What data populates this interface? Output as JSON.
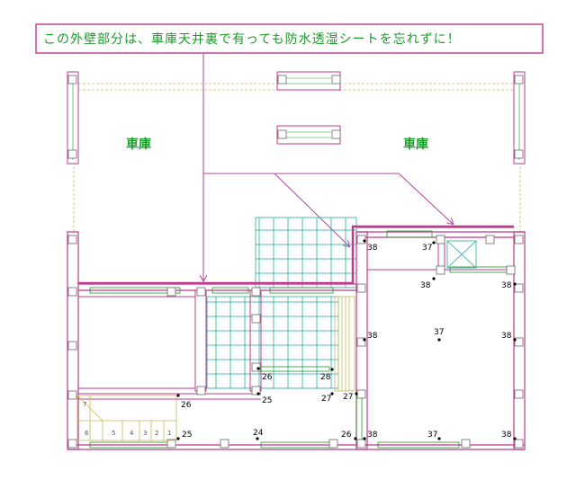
{
  "note": {
    "text": "この外壁部分は、車庫天井裏で有っても防水透湿シートを忘れずに！"
  },
  "rooms": {
    "garage_left": "車庫",
    "garage_right": "車庫"
  },
  "stair_steps": [
    "7",
    "6",
    "5",
    "4",
    "3",
    "2",
    "1"
  ],
  "dimension_marks": [
    {
      "id": "m1",
      "text": "38"
    },
    {
      "id": "m2",
      "text": "37"
    },
    {
      "id": "m3",
      "text": "38"
    },
    {
      "id": "m4",
      "text": "38"
    },
    {
      "id": "m5",
      "text": "38"
    },
    {
      "id": "m6",
      "text": "37"
    },
    {
      "id": "m7",
      "text": "38"
    },
    {
      "id": "m8",
      "text": "26"
    },
    {
      "id": "m9",
      "text": "28"
    },
    {
      "id": "m10",
      "text": "25"
    },
    {
      "id": "m11",
      "text": "27"
    },
    {
      "id": "m12",
      "text": "27"
    },
    {
      "id": "m13",
      "text": "26"
    },
    {
      "id": "m14",
      "text": "25"
    },
    {
      "id": "m15",
      "text": "24"
    },
    {
      "id": "m16",
      "text": "26"
    },
    {
      "id": "m17",
      "text": "38"
    },
    {
      "id": "m18",
      "text": "37"
    },
    {
      "id": "m19",
      "text": "38"
    }
  ],
  "colors": {
    "wall": "#c0398c",
    "note_text": "#1a9b2a",
    "note_frame": "#c0398c",
    "tile": "#2aa8a0",
    "window": "#1a9b2a",
    "stair": "#c8b85a",
    "arrow": "#b0449a"
  }
}
